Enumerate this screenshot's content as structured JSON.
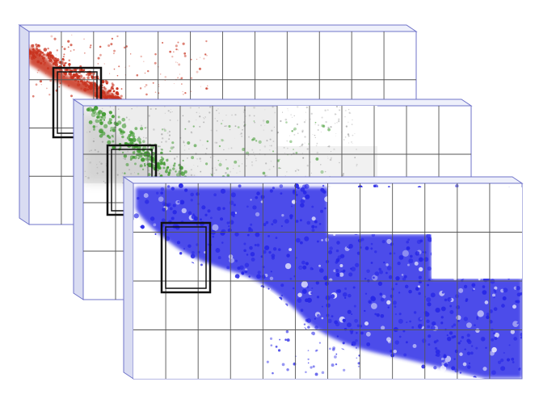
{
  "figure": {
    "description_visible_text": "",
    "colors": {
      "background": "#ffffff",
      "grid_line": "#555555",
      "slab_face": "#ffffff",
      "slab_side": "#d9dcf2",
      "slab_edge": "#6f73c9",
      "red_channel": "#c8321e",
      "green_channel": "#3f9a2f",
      "blue_channel": "#2828e6",
      "gray_background": "#9a9a9a",
      "roi_box": "#111111"
    },
    "layers": [
      {
        "id": "red-layer",
        "channel": "red",
        "grid_cols": 12,
        "grid_rows": 4
      },
      {
        "id": "green-layer",
        "channel": "green",
        "grid_cols": 12,
        "grid_rows": 4
      },
      {
        "id": "blue-layer",
        "channel": "blue",
        "grid_cols": 12,
        "grid_rows": 4
      }
    ]
  }
}
